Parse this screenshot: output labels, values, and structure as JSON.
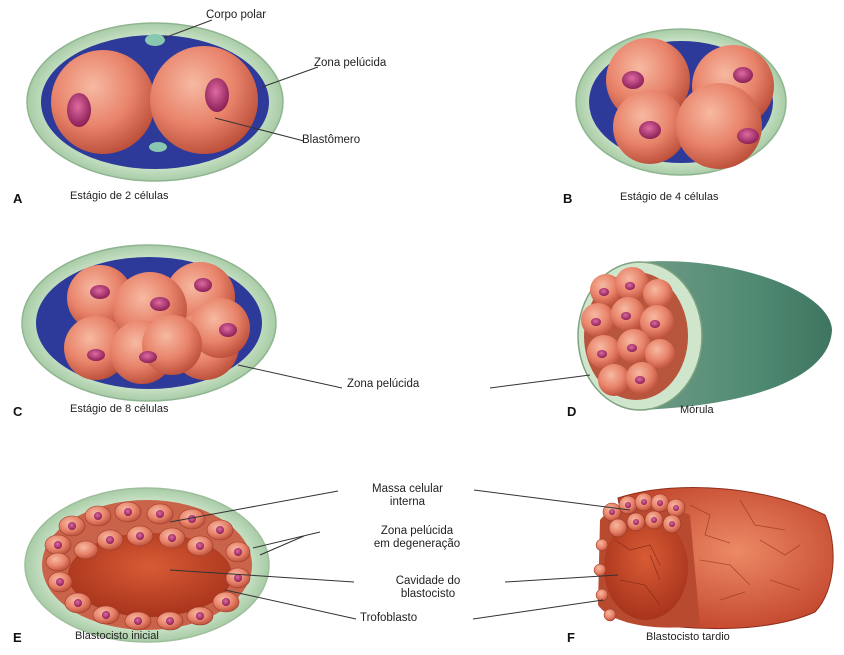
{
  "panels": [
    {
      "letter": "A",
      "caption": "Estágio de 2 células"
    },
    {
      "letter": "B",
      "caption": "Estágio de 4 células"
    },
    {
      "letter": "C",
      "caption": "Estágio de 8 células"
    },
    {
      "letter": "D",
      "caption": "Mórula"
    },
    {
      "letter": "E",
      "caption": "Blastocisto inicial"
    },
    {
      "letter": "F",
      "caption": "Blastocisto tardio"
    }
  ],
  "labels": {
    "corpo_polar": "Corpo polar",
    "zona_pelucida_a": "Zona pelúcida",
    "blastomero": "Blastômero",
    "zona_pelucida_cd": "Zona pelúcida",
    "massa_celular_interna_1": "Massa celular",
    "massa_celular_interna_2": "interna",
    "zona_pelucida_degeneracao_1": "Zona pelúcida",
    "zona_pelucida_degeneracao_2": "em degeneração",
    "cavidade_1": "Cavidade do",
    "cavidade_2": "blastocisto",
    "trofoblasto": "Trofoblasto"
  },
  "colors": {
    "zona": "#cfe6cc",
    "zona_edge": "#8fb590",
    "perivitelline": "#2d3a9a",
    "cell": "#e8836a",
    "cell_dark": "#c4553f",
    "nucleus": "#b0306a",
    "polar_body": "#88c7b0"
  }
}
